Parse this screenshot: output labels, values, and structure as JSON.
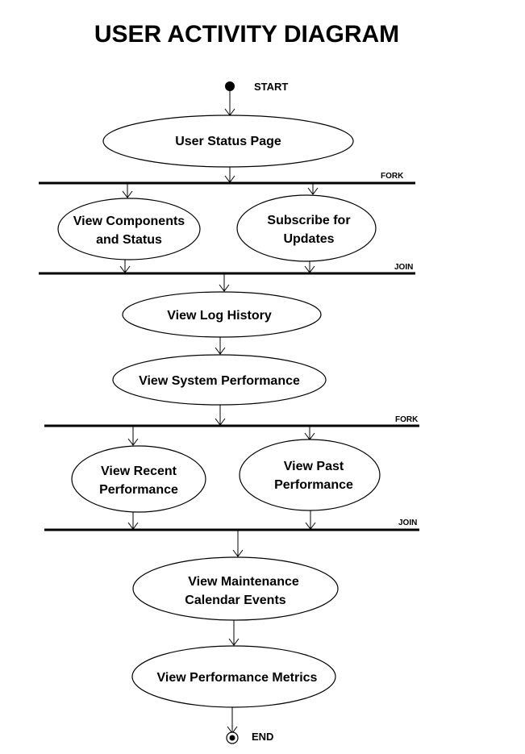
{
  "title": "USER ACTIVITY DIAGRAM",
  "start_label": "START",
  "end_label": "END",
  "fork_label": "FORK",
  "join_label": "JOIN",
  "activities": {
    "user_status_page": [
      "User Status Page"
    ],
    "view_components": [
      "View Components",
      "and Status"
    ],
    "subscribe_updates": [
      "Subscribe for",
      "Updates"
    ],
    "view_log_history": [
      "View Log History"
    ],
    "view_system_performance": [
      "View System Performance"
    ],
    "view_recent_performance": [
      "View Recent",
      "Performance"
    ],
    "view_past_performance": [
      "View Past",
      "Performance"
    ],
    "view_maintenance_calendar": [
      "View Maintenance",
      "Calendar Events"
    ],
    "view_performance_metrics": [
      "View Performance Metrics"
    ]
  },
  "colors": {
    "stroke": "#000000",
    "background": "#ffffff"
  }
}
